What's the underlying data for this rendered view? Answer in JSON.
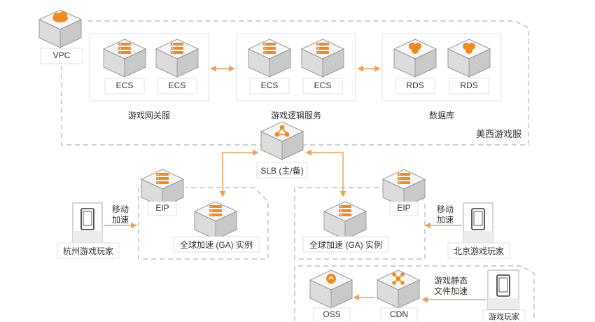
{
  "vpc": {
    "label": "VPC",
    "region": "美西游戏服"
  },
  "groups": {
    "gateway": {
      "name": "游戏网关服",
      "nodes": [
        "ECS",
        "ECS"
      ]
    },
    "logic": {
      "name": "游戏逻辑服务",
      "nodes": [
        "ECS",
        "ECS"
      ]
    },
    "database": {
      "name": "数据库",
      "nodes": [
        "RDS",
        "RDS"
      ]
    }
  },
  "slb": {
    "label": "SLB (主/备)"
  },
  "left_ga": {
    "eip": "EIP",
    "instance": "全球加速 (GA) 实例",
    "link": [
      "移动",
      "加速"
    ],
    "player": "杭州游戏玩家"
  },
  "right_ga": {
    "eip": "EIP",
    "instance": "全球加速 (GA) 实例",
    "link": [
      "移动",
      "加速"
    ],
    "player": "北京游戏玩家"
  },
  "cdn_zone": {
    "oss": "OSS",
    "cdn": "CDN",
    "link": [
      "游戏静态",
      "文件加速"
    ],
    "player": "游戏玩家"
  },
  "colors": {
    "accent": "#f28a1e",
    "arrow": "#f5a05a",
    "dash": "#b5b5b5",
    "box_top": "#f4f4f4",
    "box_side": "#d2d2d2"
  }
}
